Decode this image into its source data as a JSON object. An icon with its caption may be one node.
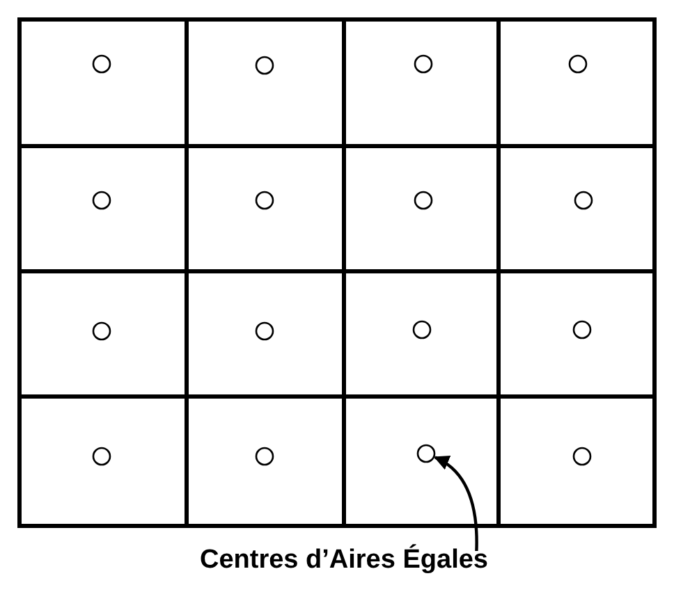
{
  "diagram": {
    "nodes": [
      {
        "text": [],
        "shape": "circle"
      },
      {
        "text": [],
        "shape": "circle"
      },
      {
        "text": [],
        "shape": "circle"
      },
      {
        "text": [],
        "shape": "circle"
      },
      {
        "text": [],
        "shape": "circle"
      },
      {
        "text": [],
        "shape": "circle"
      },
      {
        "text": [],
        "shape": "circle"
      },
      {
        "text": [],
        "shape": "circle"
      },
      {
        "text": [],
        "shape": "circle"
      },
      {
        "text": [],
        "shape": "circle"
      },
      {
        "text": [],
        "shape": "circle"
      },
      {
        "text": [],
        "shape": "circle"
      },
      {
        "text": [],
        "shape": "circle"
      },
      {
        "text": [],
        "shape": "circle"
      },
      {
        "text": [],
        "shape": "circle"
      },
      {
        "text": [],
        "shape": "circle"
      },
      {
        "text": [
          "Centres d’Aires Égales"
        ]
      }
    ],
    "edges": [
      {
        "from": 16,
        "to": 14,
        "arrow": "to"
      }
    ]
  }
}
